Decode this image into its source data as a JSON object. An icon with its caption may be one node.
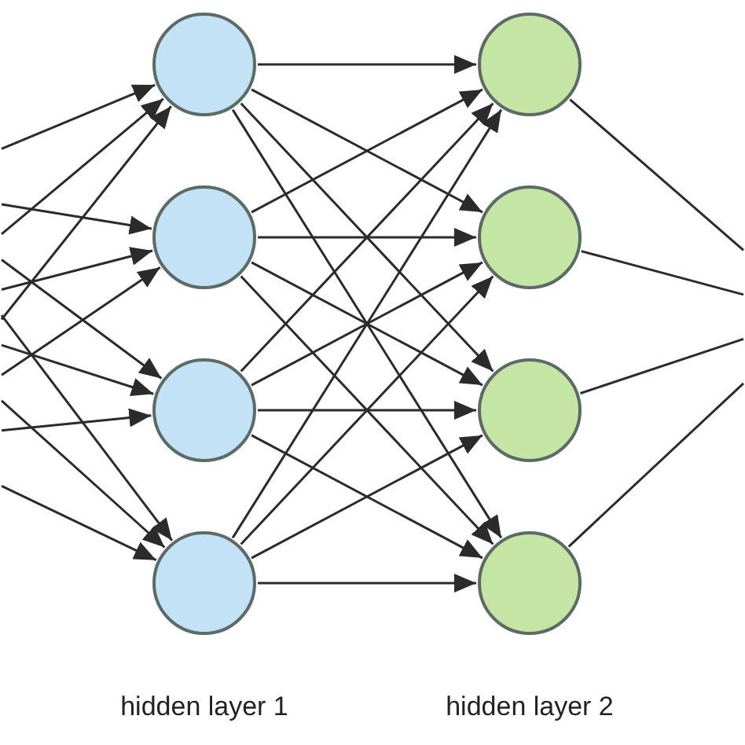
{
  "diagram": {
    "nodes": [
      {
        "text": [],
        "shape": "circle"
      },
      {
        "text": [],
        "shape": "circle"
      },
      {
        "text": [],
        "shape": "circle"
      },
      {
        "text": [],
        "shape": "circle"
      },
      {
        "text": [],
        "shape": "circle"
      },
      {
        "text": [],
        "shape": "circle"
      },
      {
        "text": [],
        "shape": "circle"
      },
      {
        "text": [],
        "shape": "circle"
      }
    ],
    "edges": [
      {
        "from": null,
        "to": 0,
        "arrow": "to"
      },
      {
        "from": null,
        "to": 0,
        "arrow": "to"
      },
      {
        "from": null,
        "to": 0,
        "arrow": "to"
      },
      {
        "from": null,
        "to": 1,
        "arrow": "to"
      },
      {
        "from": null,
        "to": 1,
        "arrow": "to"
      },
      {
        "from": null,
        "to": 1,
        "arrow": "to"
      },
      {
        "from": null,
        "to": 2,
        "arrow": "to"
      },
      {
        "from": null,
        "to": 2,
        "arrow": "to"
      },
      {
        "from": null,
        "to": 2,
        "arrow": "to"
      },
      {
        "from": null,
        "to": 3,
        "arrow": "to"
      },
      {
        "from": null,
        "to": 3,
        "arrow": "to"
      },
      {
        "from": null,
        "to": 3,
        "arrow": "to"
      },
      {
        "from": 0,
        "to": 4,
        "arrow": "to"
      },
      {
        "from": 0,
        "to": 5,
        "arrow": "to"
      },
      {
        "from": 0,
        "to": 6,
        "arrow": "to"
      },
      {
        "from": 0,
        "to": 7,
        "arrow": "to"
      },
      {
        "from": 1,
        "to": 4,
        "arrow": "to"
      },
      {
        "from": 1,
        "to": 5,
        "arrow": "to"
      },
      {
        "from": 1,
        "to": 6,
        "arrow": "to"
      },
      {
        "from": 1,
        "to": 7,
        "arrow": "to"
      },
      {
        "from": 2,
        "to": 4,
        "arrow": "to"
      },
      {
        "from": 2,
        "to": 5,
        "arrow": "to"
      },
      {
        "from": 2,
        "to": 6,
        "arrow": "to"
      },
      {
        "from": 2,
        "to": 7,
        "arrow": "to"
      },
      {
        "from": 3,
        "to": 4,
        "arrow": "to"
      },
      {
        "from": 3,
        "to": 5,
        "arrow": "to"
      },
      {
        "from": 3,
        "to": 6,
        "arrow": "to"
      },
      {
        "from": 3,
        "to": 7,
        "arrow": "to"
      },
      {
        "from": 4,
        "to": null,
        "arrow": "none"
      },
      {
        "from": 5,
        "to": null,
        "arrow": "none"
      },
      {
        "from": 6,
        "to": null,
        "arrow": "none"
      },
      {
        "from": 7,
        "to": null,
        "arrow": "none"
      }
    ],
    "labels": [
      "hidden layer 1",
      "hidden layer 2"
    ]
  }
}
